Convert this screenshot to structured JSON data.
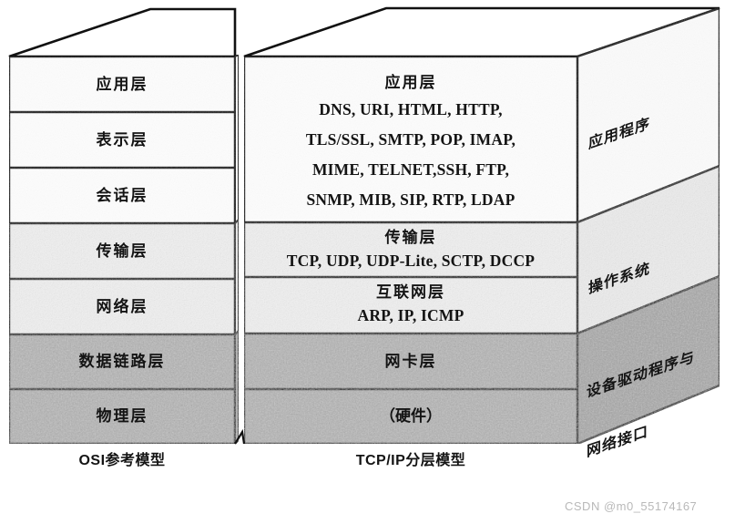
{
  "figure": {
    "kind": "layered-network-model-diagram",
    "watermark": "CSDN @m0_55174167"
  },
  "osi": {
    "caption": "OSI参考模型",
    "layers": [
      {
        "label": "应用层"
      },
      {
        "label": "表示层"
      },
      {
        "label": "会话层"
      },
      {
        "label": "传输层"
      },
      {
        "label": "网络层"
      },
      {
        "label": "数据链路层"
      },
      {
        "label": "物理层"
      }
    ]
  },
  "tcpip": {
    "caption": "TCP/IP分层模型",
    "layers": [
      {
        "title": "应用层",
        "protocols": [
          "DNS, URI, HTML, HTTP,",
          "TLS/SSL, SMTP, POP, IMAP,",
          "MIME, TELNET,SSH, FTP,",
          "SNMP, MIB, SIP, RTP, LDAP"
        ]
      },
      {
        "title": "传输层",
        "protocols": [
          "TCP, UDP, UDP-Lite, SCTP, DCCP"
        ]
      },
      {
        "title": "互联网层",
        "protocols": [
          "ARP, IP, ICMP"
        ]
      },
      {
        "title": "网卡层",
        "protocols": []
      },
      {
        "title": "（硬件）",
        "protocols": []
      }
    ]
  },
  "implementation": {
    "zones": [
      {
        "lines": [
          "应用程序"
        ]
      },
      {
        "lines": [
          "操作系统"
        ]
      },
      {
        "lines": [
          "设备驱动程序与",
          "网络接口"
        ]
      }
    ]
  },
  "colors": {
    "stroke": "#111111",
    "fill_white": "#fdfdfd",
    "fill_light": "#f0f0f0",
    "fill_mid": "#b5b5b5",
    "side_white": "#fbfbfb",
    "side_light": "#ebebeb",
    "side_mid": "#a8a8a8",
    "top_face": "#ffffff",
    "watermark": "#b9b9b9"
  }
}
